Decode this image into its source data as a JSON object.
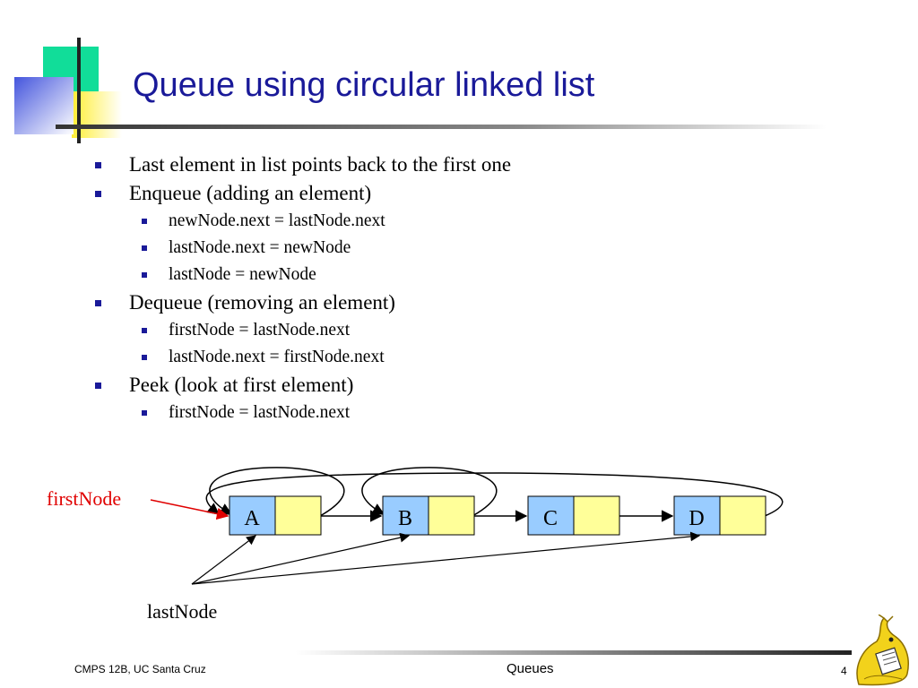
{
  "slide": {
    "title": "Queue using circular linked list",
    "bullets": [
      {
        "text": "Last element in list points back to the first one",
        "level": 1
      },
      {
        "text": "Enqueue (adding an element)",
        "level": 1
      },
      {
        "text": "newNode.next = lastNode.next",
        "level": 2
      },
      {
        "text": "lastNode.next = newNode",
        "level": 2
      },
      {
        "text": "lastNode = newNode",
        "level": 2
      },
      {
        "text": "Dequeue (removing an element)",
        "level": 1
      },
      {
        "text": "firstNode = lastNode.next",
        "level": 2
      },
      {
        "text": "lastNode.next = firstNode.next",
        "level": 2
      },
      {
        "text": "Peek (look at first element)",
        "level": 1
      },
      {
        "text": "firstNode = lastNode.next",
        "level": 2
      }
    ]
  },
  "diagram": {
    "nodes": [
      "A",
      "B",
      "C",
      "D"
    ],
    "first_label": "firstNode",
    "last_label": "lastNode"
  },
  "footer": {
    "left": "CMPS 12B, UC Santa Cruz",
    "center": "Queues",
    "page": "4"
  },
  "colors": {
    "title": "#1a1a99",
    "bullet": "#1a1a99",
    "node_value_fill": "#99ccff",
    "node_next_fill": "#ffff99",
    "first_arrow": "#e00000",
    "deco_green": "#11dd99",
    "deco_yellow": "#ffee44",
    "deco_blue": "#6677ee"
  }
}
